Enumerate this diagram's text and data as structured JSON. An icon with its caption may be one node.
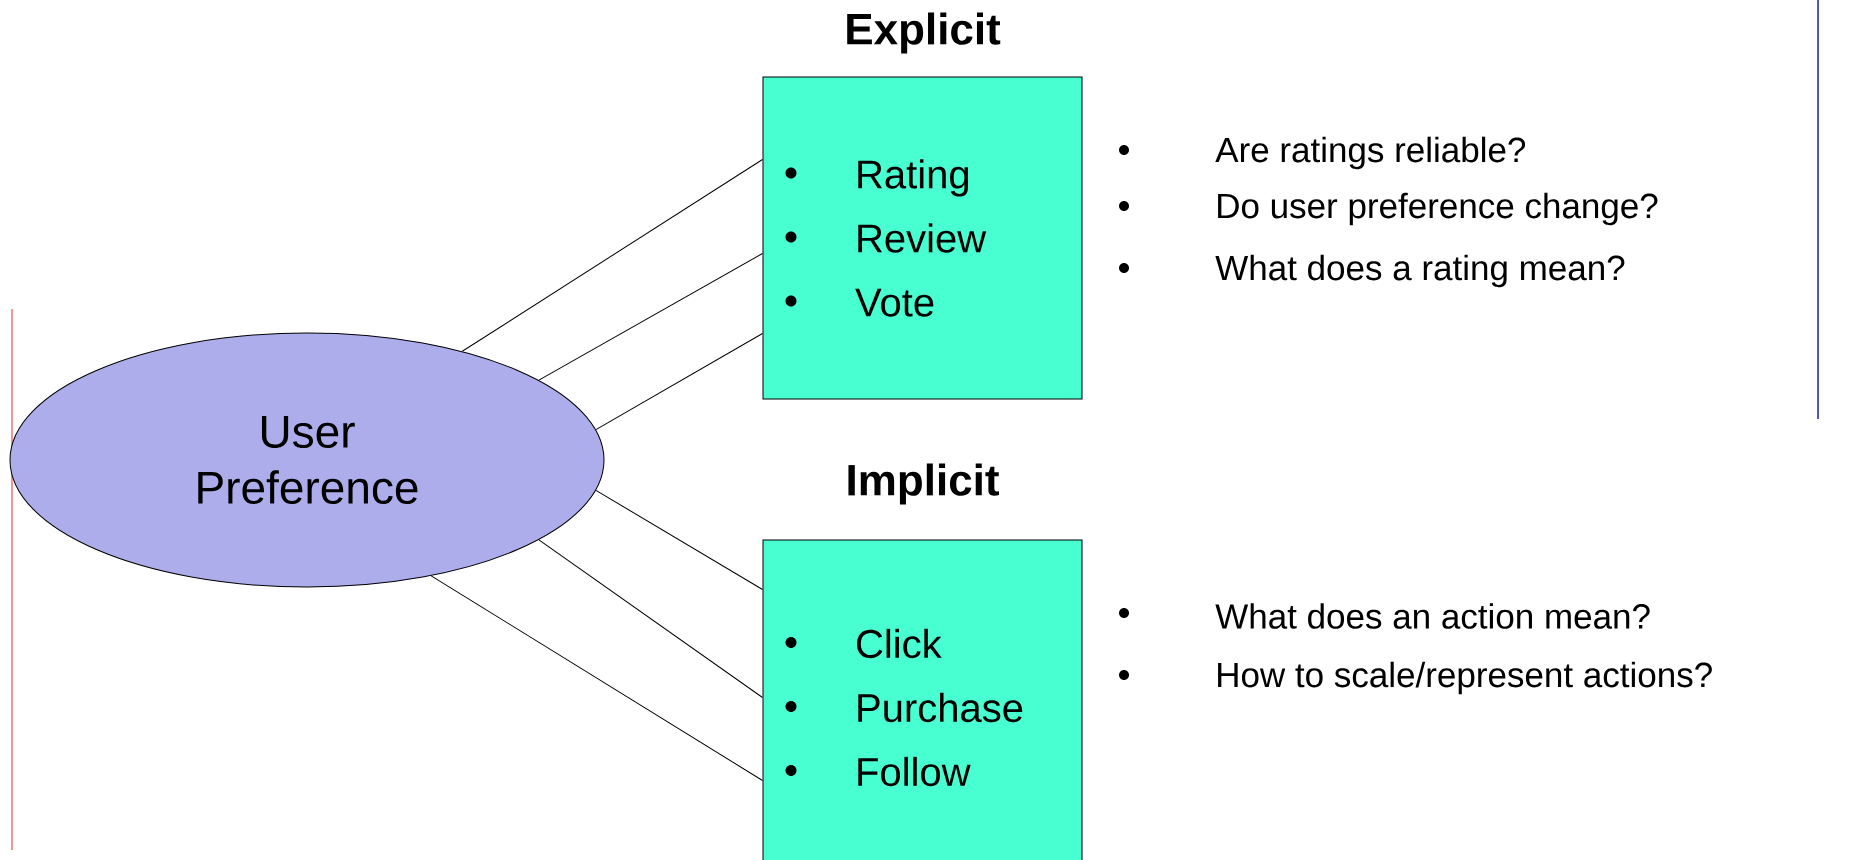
{
  "diagram": {
    "nodes": [
      {
        "text": [
          "User Preference"
        ]
      },
      {
        "text": [
          "Explicit",
          "Rating",
          "Review",
          "Vote"
        ]
      },
      {
        "text": [
          "Implicit",
          "Click",
          "Purchase",
          "Follow"
        ]
      }
    ],
    "edges": [
      {
        "from": 0,
        "to": 1,
        "arrow": "none"
      },
      {
        "from": 0,
        "to": 1,
        "arrow": "none"
      },
      {
        "from": 0,
        "to": 1,
        "arrow": "none"
      },
      {
        "from": 0,
        "to": 2,
        "arrow": "none"
      },
      {
        "from": 0,
        "to": 2,
        "arrow": "none"
      },
      {
        "from": 0,
        "to": 2,
        "arrow": "none"
      }
    ],
    "labels": [
      "Are ratings reliable?",
      "Do user preference change?",
      "What does a rating mean?",
      "What does an action mean?",
      "How to scale/represent actions?"
    ]
  }
}
